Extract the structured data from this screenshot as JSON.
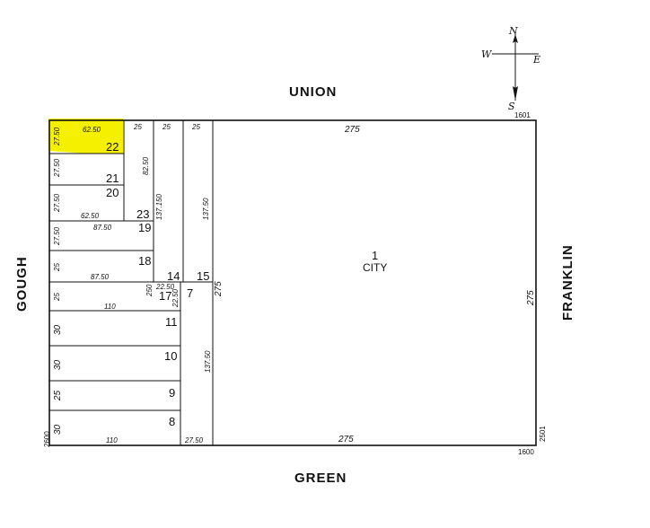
{
  "streets": {
    "north": "UNION",
    "south": "GREEN",
    "west": "GOUGH",
    "east": "FRANKLIN"
  },
  "compass": {
    "n": "N",
    "s": "S",
    "e": "E",
    "w": "W"
  },
  "addresses": {
    "ne": "1601",
    "se": "1600",
    "se_side": "2501",
    "sw": "2600"
  },
  "highlight_color": "#f5f000",
  "lots": {
    "l1": "1",
    "l1_name": "CITY",
    "l22": "22",
    "l21": "21",
    "l20": "20",
    "l23": "23",
    "l19": "19",
    "l18": "18",
    "l14": "14",
    "l15": "15",
    "l17": "17",
    "l7": "7",
    "l11": "11",
    "l10": "10",
    "l9": "9",
    "l8": "8"
  },
  "dims": {
    "top_275": "275",
    "bottom_275": "275",
    "right_275": "275",
    "mid_275": "275",
    "top_25a": "25",
    "top_25b": "25",
    "top_25c": "25",
    "l22_depth": "62.50",
    "l22_front": "27.50",
    "l21_front": "27.50",
    "l20_front": "27.50",
    "l20_depth": "62.50",
    "l19_front": "27.50",
    "l19_depth": "87.50",
    "l18_front": "25",
    "l18_depth": "87.50",
    "l17_front": "25",
    "l17_depth": "110",
    "l17_a": "22.50",
    "l17_b": "22.50",
    "l17_c": "250",
    "l11_front": "30",
    "l10_front": "30",
    "l9_front": "25",
    "l8_front": "30",
    "bottom_110": "110",
    "bottom_2750": "27.50",
    "col23_depth": "82.50",
    "col14_depth": "137.150",
    "col15_depth": "137.50",
    "col7_depth": "137.50"
  }
}
